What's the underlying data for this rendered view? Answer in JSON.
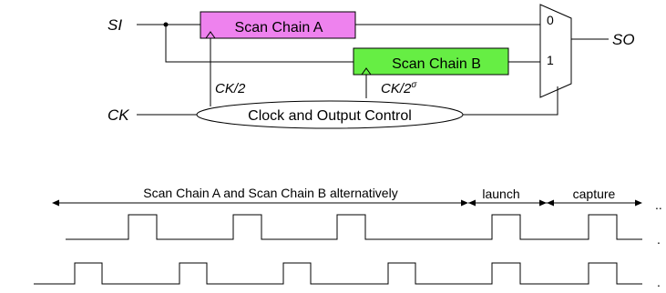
{
  "circuit": {
    "input_label": "SI",
    "clock_label": "CK",
    "output_label": "SO",
    "chain_a": {
      "label": "Scan Chain A",
      "fill": "#ee82ee"
    },
    "chain_b": {
      "label": "Scan Chain B",
      "fill": "#66ee44"
    },
    "clock_control": {
      "label": "Clock and Output Control"
    },
    "clock_a_label": "CK/2",
    "clock_b_label": "CK/2",
    "clock_b_superscript": "σ",
    "mux_inputs": [
      "0",
      "1"
    ]
  },
  "timing": {
    "phase_labels": [
      "Scan Chain A and Scan Chain B  alternatively",
      "launch",
      "capture"
    ],
    "row_end_marks": [
      "..",
      ".",
      "."
    ]
  }
}
